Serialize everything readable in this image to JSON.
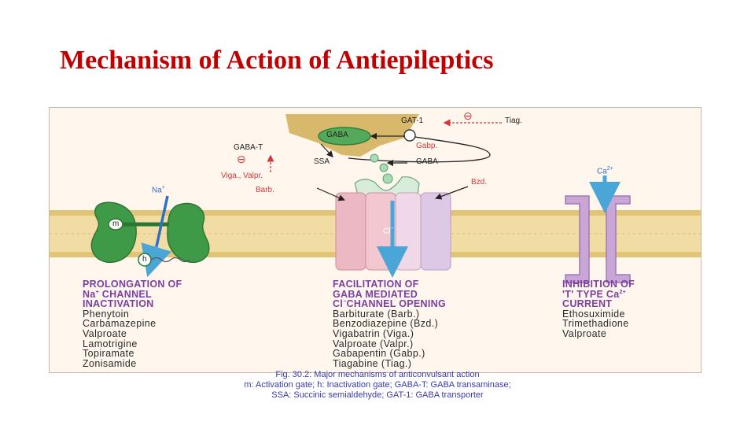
{
  "slide": {
    "title": "Mechanism of Action of Antiepileptics"
  },
  "figure": {
    "labels": {
      "gat1": "GAT-1",
      "tiag": "Tiag.",
      "gaba_pre": "GABA",
      "gaba_t": "GABA-T",
      "gabp": "Gabp.",
      "ssa": "SSA",
      "gaba_cleft": "GABA",
      "viga_valpr": "Viga., Valpr.",
      "barb": "Barb.",
      "bzd": "Bzd.",
      "na": "Na",
      "na_sup": "+",
      "m_gate": "m",
      "h_gate": "h",
      "cl": "Cl",
      "cl_sup": "−",
      "ca": "Ca",
      "ca_sup": "2+",
      "inhibit_symbol": "⊖"
    },
    "columns": {
      "sodium": {
        "heading": [
          "PROLONGATION OF",
          "Na",
          "+",
          " CHANNEL",
          "INACTIVATION"
        ],
        "drugs": [
          "Phenytoin",
          "Carbamazepine",
          "Valproate",
          "Lamotrigine",
          "Topiramate",
          "Zonisamide"
        ]
      },
      "gaba": {
        "heading": [
          "FACILITATION OF",
          "GABA MEDIATED",
          "Cl",
          "−",
          "CHANNEL OPENING"
        ],
        "drugs": [
          "Barbiturate (Barb.)",
          "Benzodiazepine (Bzd.)",
          "Vigabatrin (Viga.)",
          "Valproate (Valpr.)",
          "Gabapentin (Gabp.)",
          "Tiagabine (Tiag.)"
        ]
      },
      "calcium": {
        "heading": [
          "INHIBITION OF",
          "'T' TYPE Ca",
          "2+",
          "CURRENT"
        ],
        "drugs": [
          "Ethosuximide",
          "Trimethadione",
          "Valproate"
        ]
      }
    },
    "caption": {
      "line1": "Fig. 30.2: Major mechanisms of anticonvulsant action",
      "line2": "m: Activation gate; h: Inactivation gate; GABA-T: GABA transaminase;",
      "line3": "SSA: Succinic semialdehyde; GAT-1: GABA transporter"
    },
    "colors": {
      "title": "#c00000",
      "membrane": "#e9cf8f",
      "sodium_channel": "#3f9a47",
      "calcium_channel": "#c9a6d6",
      "chloride_channel": "#e7a9b6",
      "heading_text": "#7a3fa0",
      "arrow_blue": "#4aa6d6",
      "inhibit_red": "#d23a3a",
      "caption_text": "#3a3aa8"
    }
  }
}
